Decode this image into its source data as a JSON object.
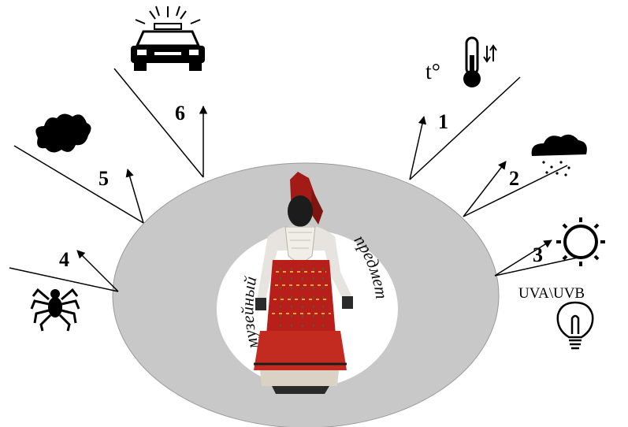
{
  "center_label_left": "музейный",
  "center_label_right": "предмет",
  "temperature_label": "t°",
  "uv_label": "UVA\\UVB",
  "factors": [
    {
      "number": "1",
      "icon": "thermometer-icon"
    },
    {
      "number": "2",
      "icon": "rain-cloud-icon"
    },
    {
      "number": "3",
      "icon": "sun-icon"
    },
    {
      "number": "4",
      "icon": "spider-icon"
    },
    {
      "number": "5",
      "icon": "pollution-blot-icon"
    },
    {
      "number": "6",
      "icon": "police-car-icon"
    }
  ],
  "colors": {
    "ring": "#c8c8c8",
    "inner": "#ffffff",
    "lines": "#000000",
    "costume_red": "#b81f1a"
  }
}
